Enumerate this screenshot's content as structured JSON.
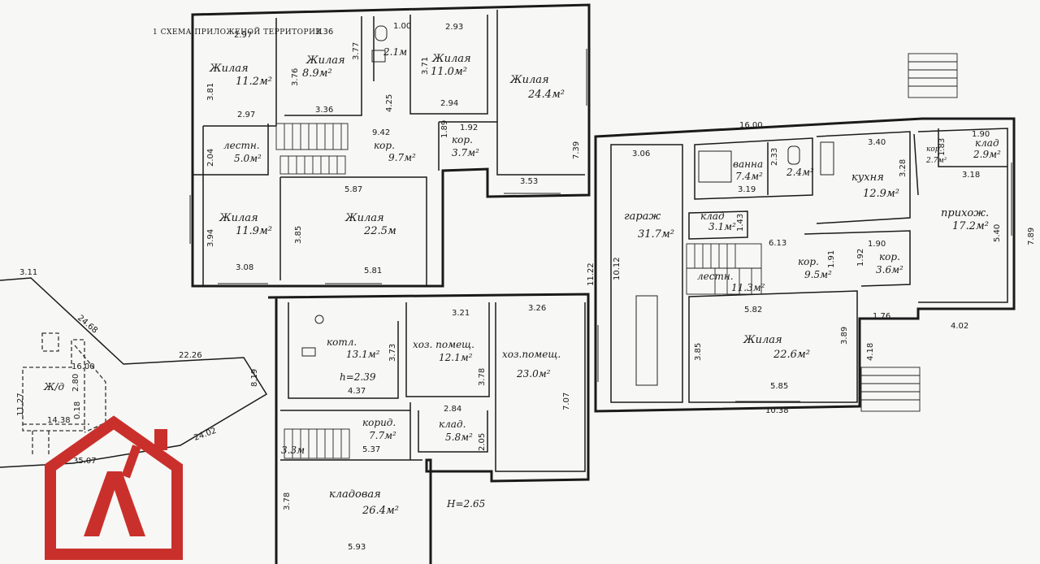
{
  "header": {
    "title": "1 СХЕМА ПРИЛОЖЕНОЙ ТЕРРИТОРИИ"
  },
  "logo": {
    "letter": "A",
    "color": "#c9302c"
  },
  "rooms": {
    "r_jil1": {
      "name": "Жилая",
      "area": "11.2м²"
    },
    "r_jil2": {
      "name": "Жилая",
      "area": "8.9м²"
    },
    "r_san": {
      "area": "2.1м"
    },
    "r_jil3": {
      "name": "Жилая",
      "area": "11.0м²"
    },
    "r_jil4": {
      "name": "Жилая",
      "area": "24.4м²"
    },
    "r_lest1": {
      "name": "лестн.",
      "area": "5.0м²"
    },
    "r_kor1": {
      "name": "кор.",
      "area": "9.7м²",
      "dim": "9.42"
    },
    "r_kor2": {
      "name": "кор.",
      "area": "3.7м²"
    },
    "r_jil5": {
      "name": "Жилая",
      "area": "11.9м²"
    },
    "r_jil6": {
      "name": "Жилая",
      "area": "22.5м"
    },
    "r_kotl": {
      "name": "котл.",
      "area": "13.1м²",
      "h": "h=2.39"
    },
    "r_hoz1": {
      "name": "хоз. помещ.",
      "area": "12.1м²"
    },
    "r_hoz2": {
      "name": "хоз.помещ.",
      "area": "23.0м²"
    },
    "r_korid": {
      "name": "корид.",
      "area": "7.7м²"
    },
    "r_klad1": {
      "name": "клад.",
      "area": "5.8м²"
    },
    "r_klad2": {
      "name": "кладовая",
      "area": "26.4м²"
    },
    "r_st3": {
      "area": "3.3м"
    },
    "r_h2": {
      "h": "H=2.65"
    },
    "r_garazh": {
      "name": "гараж",
      "area": "31.7м²"
    },
    "r_vanna": {
      "name": "ванна",
      "area": "7.4м²"
    },
    "r_wc": {
      "area": "2.4м²"
    },
    "r_kuh": {
      "name": "кухня",
      "area": "12.9м²"
    },
    "r_klad3": {
      "name": "клад",
      "area": "3.1м²"
    },
    "r_kor3": {
      "name": "кор.",
      "area": "9.5м²"
    },
    "r_lest2": {
      "name": "лестн.",
      "area": "11.3м²"
    },
    "r_kor4": {
      "name": "кор.",
      "area": "3.6м²"
    },
    "r_prih": {
      "name": "прихож.",
      "area": "17.2м²"
    },
    "r_klad4": {
      "name": "клад",
      "area": "2.9м²"
    },
    "r_kor5": {
      "name": "кор.",
      "area": "2.7м²"
    },
    "r_jil7": {
      "name": "Жилая",
      "area": "22.6м²"
    }
  },
  "dims": {
    "d1": "2.97",
    "d2": "3.36",
    "d3": "1.00",
    "d4": "2.93",
    "d5": "3.81",
    "d6": "3.76",
    "d7": "3.77",
    "d8": "3.71",
    "d9": "2.97",
    "d10": "3.36",
    "d11": "4.25",
    "d12": "2.94",
    "d13": "1.89",
    "d14": "1.92",
    "d15": "7.39",
    "d16": "3.53",
    "d17": "2.04",
    "d18": "5.87",
    "d19": "3.94",
    "d20": "3.85",
    "d21": "3.08",
    "d22": "5.81",
    "d23": "11.22",
    "d24": "3.21",
    "d25": "3.26",
    "d26": "3.73",
    "d27": "3.78",
    "d28": "4.37",
    "d29": "7.07",
    "d30": "2.84",
    "d31": "2.05",
    "d32": "5.37",
    "d33": "3.78",
    "d34": "5.93",
    "d35": "16.00",
    "d36": "3.06",
    "d37": "3.40",
    "d38": "1.90",
    "d39": "3.19",
    "d40": "2.33",
    "d41": "3.28",
    "d42": "10.12",
    "d43": "1.43",
    "d44": "6.13",
    "d45": "1.91",
    "d46": "1.90",
    "d47": "1.92",
    "d48": "5.40",
    "d49": "7.89",
    "d50": "5.82",
    "d51": "3.85",
    "d52": "3.89",
    "d53": "1.76",
    "d54": "4.02",
    "d55": "4.18",
    "d56": "5.85",
    "d57": "10.38",
    "d58": "3.18",
    "d59": "1.83"
  },
  "site": {
    "lot": "Ж/д",
    "d1": "3.11",
    "d2": "24.68",
    "d3": "22.26",
    "d4": "8.19",
    "d5": "24.02",
    "d6": "35.07",
    "d7": "11.27",
    "d8": "16.00",
    "d9": "2.80",
    "d10": "14.38",
    "d11": "0.18"
  }
}
